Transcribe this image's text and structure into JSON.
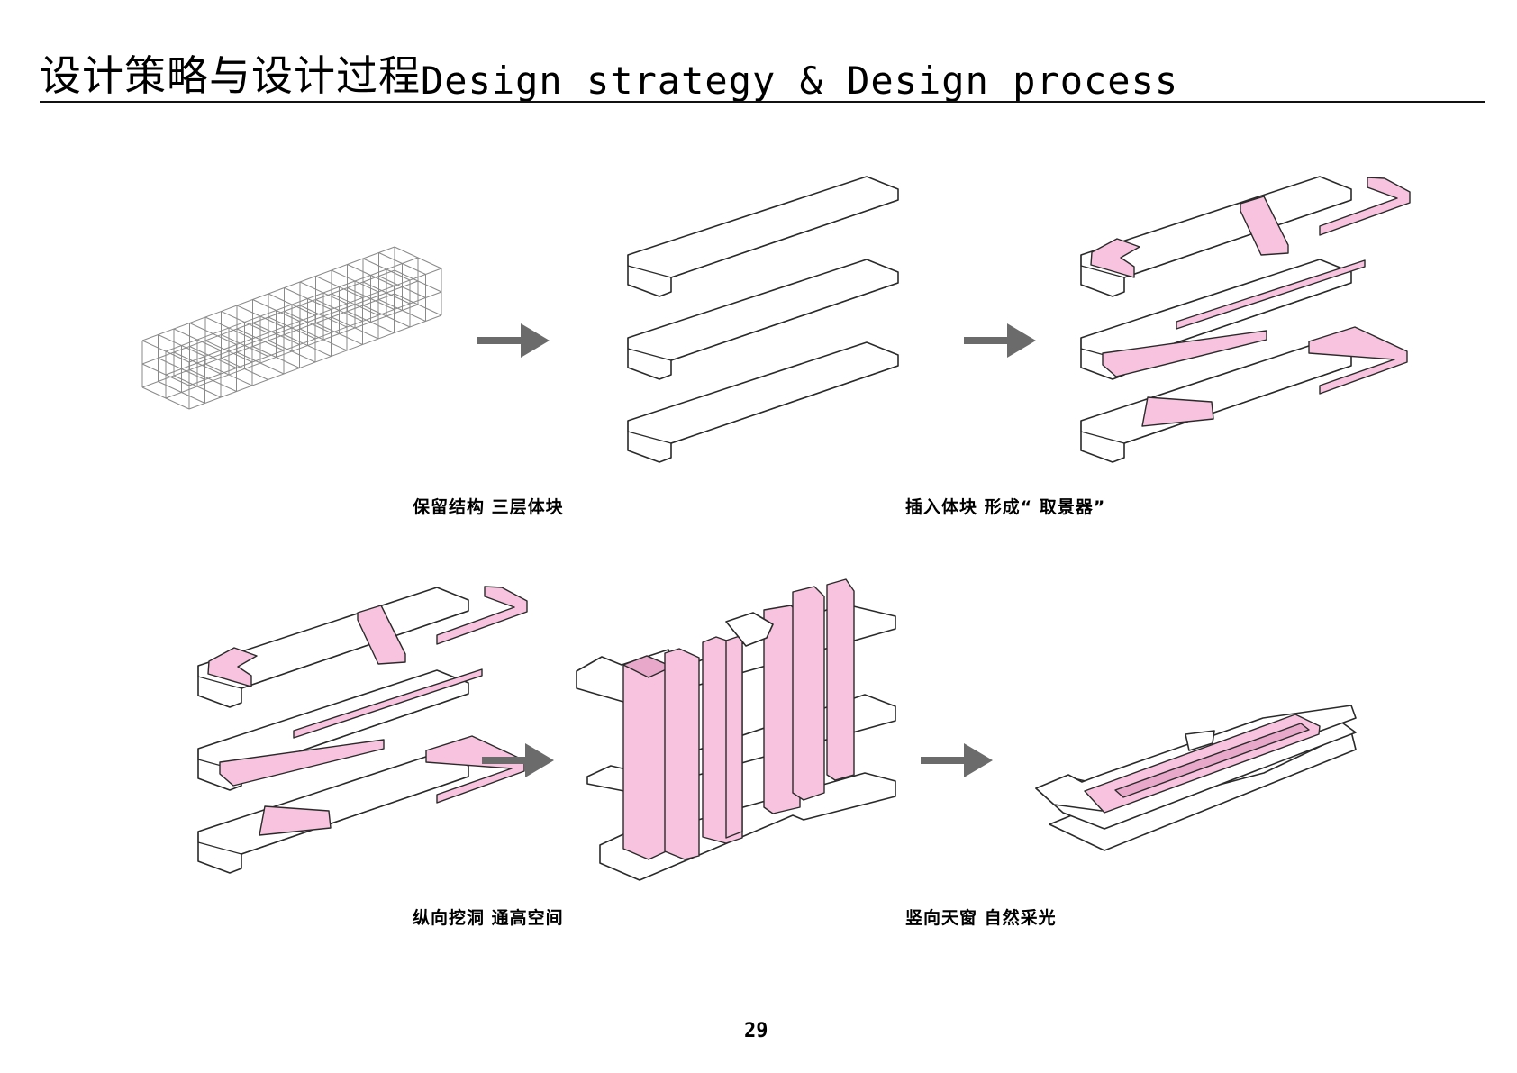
{
  "header": {
    "title_cn": "设计策略与设计过程",
    "title_en": "Design strategy & Design process"
  },
  "captions": {
    "row1_left": "保留结构 三层体块",
    "row1_right": "插入体块 形成“ 取景器”",
    "row2_left": "纵向挖洞 通高空间",
    "row2_right": "竖向天窗 自然采光"
  },
  "page_number": "29",
  "colors": {
    "accent_pink": "#f7c3de",
    "line": "#2a2a2a",
    "arrow": "#6b6b6b"
  }
}
